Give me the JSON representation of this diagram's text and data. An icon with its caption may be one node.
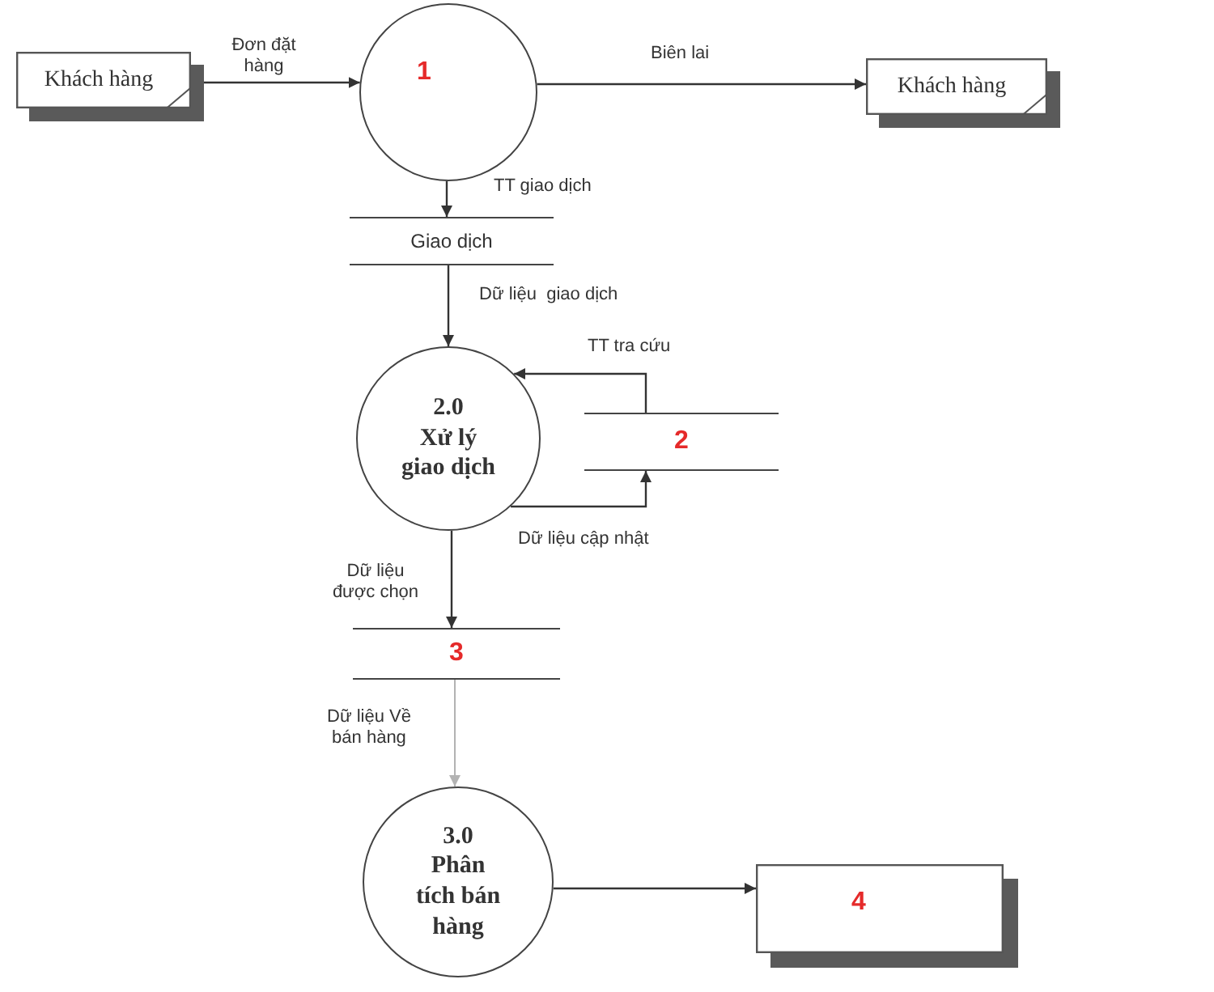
{
  "diagram": {
    "nodes": [
      {
        "text": [
          "Khách hàng"
        ]
      },
      {
        "text": [
          "1"
        ]
      },
      {
        "text": [
          "Khách hàng"
        ]
      },
      {
        "text": [
          "Giao dịch"
        ]
      },
      {
        "text": [
          "2.0",
          "Xử lý giao dịch"
        ]
      },
      {
        "text": [
          "2"
        ]
      },
      {
        "text": [
          "3"
        ]
      },
      {
        "text": [
          "3.0",
          "Phân tích bán hàng"
        ]
      },
      {
        "text": [
          "4"
        ]
      }
    ],
    "edges": [
      {
        "from": 0,
        "to": 1,
        "arrow": "to",
        "label": "Đơn đặt hàng"
      },
      {
        "from": 1,
        "to": 2,
        "arrow": "to",
        "label": "Biên lai"
      },
      {
        "from": 1,
        "to": 3,
        "arrow": "to",
        "label": "TT giao dịch"
      },
      {
        "from": 3,
        "to": 4,
        "arrow": "to",
        "label": "Dữ liệu  giao dịch"
      },
      {
        "from": 5,
        "to": 4,
        "arrow": "to",
        "label": "TT tra cứu"
      },
      {
        "from": 4,
        "to": 5,
        "arrow": "to",
        "label": "Dữ liệu cập nhật"
      },
      {
        "from": 4,
        "to": 6,
        "arrow": "to",
        "label": "Dữ liệu được chọn"
      },
      {
        "from": 6,
        "to": 7,
        "arrow": "to",
        "label": "Dữ liệu Về bán hàng",
        "color": "#b3b3b3"
      },
      {
        "from": 7,
        "to": 8,
        "arrow": "to"
      }
    ]
  }
}
